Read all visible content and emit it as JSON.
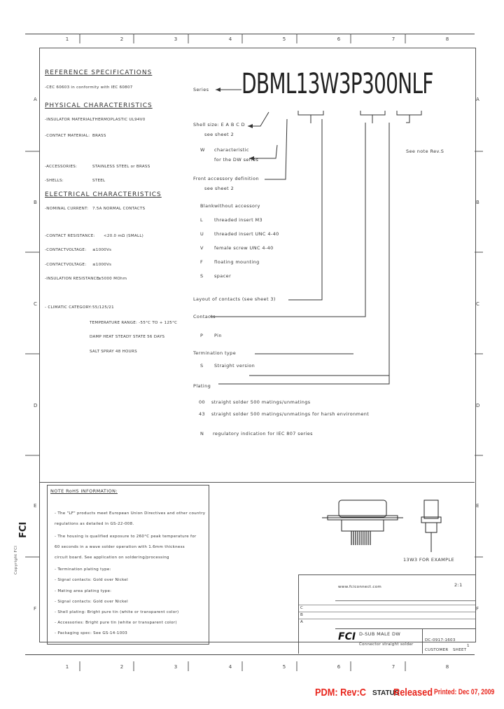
{
  "title_part_number": "DBML13W3P300NLF",
  "grid": {
    "columns": [
      "1",
      "2",
      "3",
      "4",
      "5",
      "6",
      "7",
      "8"
    ],
    "rows_left": [
      "A",
      "B",
      "C",
      "D",
      "E",
      "F"
    ],
    "rows_right": [
      "A",
      "B",
      "C",
      "D",
      "E",
      "F"
    ]
  },
  "left_specs": {
    "ref_heading": "REFERENCE SPECIFICATIONS",
    "ref_line": "-CEC 60603 in conformity with IEC 60807",
    "phys_heading": "PHYSICAL CHARACTERISTICS",
    "insulator_label": "-INSULATOR MATERIAL:",
    "insulator_value": "THERMOPLASTIC UL94V0",
    "contact_label": "-CONTACT MATERIAL:",
    "contact_value": "BRASS",
    "accessories_label": "-ACCESSORIES:",
    "accessories_value": "STAINLESS STEEL or BRASS",
    "shells_label": "-SHELLS:",
    "shells_value": "STEEL",
    "elec_heading": "ELECTRICAL CHARACTERISTICS",
    "nominal_label": "-NOMINAL CURRENT:",
    "nominal_value": "7.5A NORMAL CONTACTS",
    "resistance_label": "-CONTACT RESISTANCE:",
    "resistance_value": "<20.0 mΩ (SMALL)",
    "voltage1_label": "-CONTACTVOLTAGE:",
    "voltage1_value": "≤1000Vs",
    "voltage2_label": "-CONTACTVOLTAGE:",
    "voltage2_value": "≤1000Vs",
    "insulation_label": "-INSULATION RESISTANCE:",
    "insulation_value": "≥5000 MOhm",
    "climatic_label": "- CLIMATIC CATEGORY:",
    "climatic_value": "55/125/21",
    "temp_line": "TEMPERATURE RANGE: -55°C TO + 125°C",
    "damp_line": "DAMP HEAT STEADY STATE 56 DAYS",
    "salt_line": "SALT SPRAY 48 HOURS"
  },
  "series_label": "Series",
  "callouts": {
    "shell_size": "Shell size: E A B C D",
    "shell_see": "see sheet 2",
    "w_code": "W",
    "w_desc1": "characteristic",
    "w_desc2": "for the DW series",
    "front_acc": "Front accessory definition",
    "front_see": "see sheet 2",
    "see_note": "See note Rev.S",
    "acc_items": [
      {
        "code": "Blank",
        "desc": "without accessory"
      },
      {
        "code": "L",
        "desc": "threaded insert M3"
      },
      {
        "code": "U",
        "desc": "threaded insert UNC 4-40"
      },
      {
        "code": "V",
        "desc": "female screw UNC 4-40"
      },
      {
        "code": "F",
        "desc": "floating mounting"
      },
      {
        "code": "S",
        "desc": "spacer"
      }
    ],
    "layout": "Layout of contacts (see sheet 3)",
    "contacts": "Contacts",
    "p_code": "P",
    "p_desc": "Pin",
    "termination": "Termination type",
    "s_code": "S",
    "s_desc": "Straight version",
    "plating": "Plating",
    "plating_items": [
      {
        "code": "00",
        "desc": "straight solder 500 matings/unmatings"
      },
      {
        "code": "43",
        "desc": "straight solder 500 matings/unmatings for harsh environment"
      }
    ],
    "n_code": "N",
    "n_desc": "regulatory indication for IEC 807 series"
  },
  "notes": {
    "heading": "NOTE RoHS INFORMATION:",
    "lines": [
      "- The \"LF\" products meet European Union Directives and other country",
      "  regulations as detailed in GS-22-008.",
      "- The housing is qualified exposure to 260°C peak temperature for",
      "  60 seconds in a wave solder operation with 1.6mm thickness",
      "  circuit board. See application on soldering/processing",
      "- Termination plating type:",
      "    - Signal contacts: Gold over Nickel",
      "- Mating area plating type:",
      "    - Signal contacts: Gold over Nickel",
      "- Shell plating: Bright pure tin (white or transparent color)",
      "- Accessories: Bright pure tin (white or transparent color)",
      "- Packaging spec: See GS-14-1003"
    ]
  },
  "example_label": "13W3 FOR EXAMPLE",
  "title_block": {
    "site": "www.fciconnect.com",
    "desc_line": "D-SUB MALE DW",
    "sub_line": "Connector straight solder",
    "doc_no": "DC-0917-1603",
    "sheet": "1",
    "scale": "2:1",
    "customer": "CUSTOMER",
    "sheet_word": "SHEET",
    "revs": [
      "C",
      "B",
      "A"
    ]
  },
  "footer": {
    "pdm": "PDM: Rev:C",
    "status_label": "STATUS",
    "status_value": "Released",
    "printed": "Printed: Dec 07, 2009"
  },
  "colors": {
    "footer_red": "#e8251c",
    "line": "#444444"
  }
}
